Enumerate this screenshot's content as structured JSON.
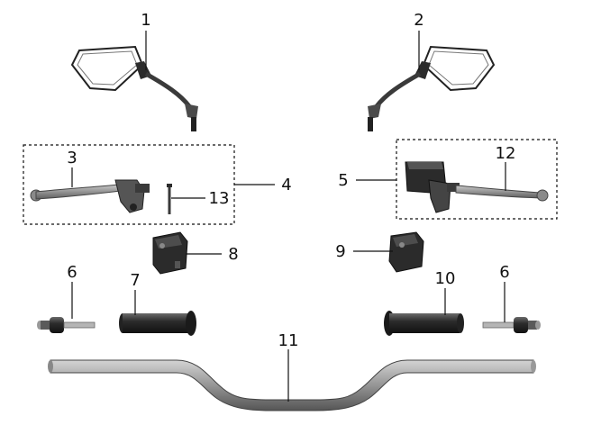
{
  "diagram": {
    "type": "exploded-parts-diagram",
    "callouts": {
      "c1": "1",
      "c2": "2",
      "c3": "3",
      "c4": "4",
      "c5": "5",
      "c6_left": "6",
      "c6_right": "6",
      "c7": "7",
      "c8": "8",
      "c9": "9",
      "c10": "10",
      "c11": "11",
      "c12": "12",
      "c13": "13"
    },
    "colors": {
      "part_dark": "#2b2b2b",
      "part_mid": "#6b6b6b",
      "part_light": "#a7a7a7",
      "line": "#111111",
      "background": "#ffffff"
    }
  }
}
